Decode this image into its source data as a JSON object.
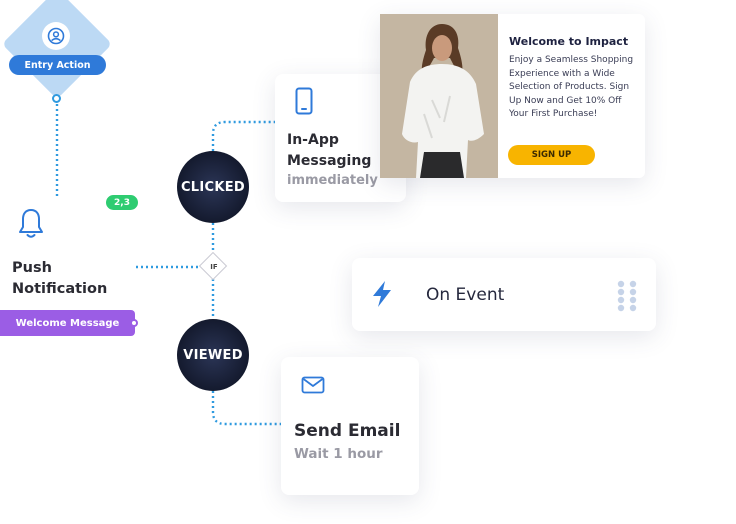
{
  "entry": {
    "label": "Entry Action",
    "icon": "user-circle-icon"
  },
  "push": {
    "badge": "2,3",
    "title_line1": "Push",
    "title_line2": "Notification",
    "pill": "Welcome Message",
    "icon": "bell-icon"
  },
  "branches": {
    "clicked": "CLICKED",
    "viewed": "VIEWED",
    "if": "IF"
  },
  "inapp": {
    "title_line1": "In-App",
    "title_line2": "Messaging",
    "subtitle": "immediately",
    "icon": "mobile-phone-icon"
  },
  "popup": {
    "title": "Welcome to Impact",
    "body": "Enjoy a Seamless Shopping Experience with a Wide Selection of Products. Sign Up Now and Get 10% Off Your First Purchase!",
    "button": "SIGN UP"
  },
  "event": {
    "label": "On Event",
    "icon": "lightning-bolt-icon",
    "handle_icon": "drag-grip-icon"
  },
  "email": {
    "title": "Send Email",
    "subtitle": "Wait 1 hour",
    "icon": "envelope-icon"
  },
  "colors": {
    "accent_blue": "#2f7ad9",
    "line_blue": "#2f9adf",
    "purple": "#9b5de5",
    "green": "#2ecc71",
    "dark_navy": "#141a2e",
    "yellow": "#f8b400"
  }
}
